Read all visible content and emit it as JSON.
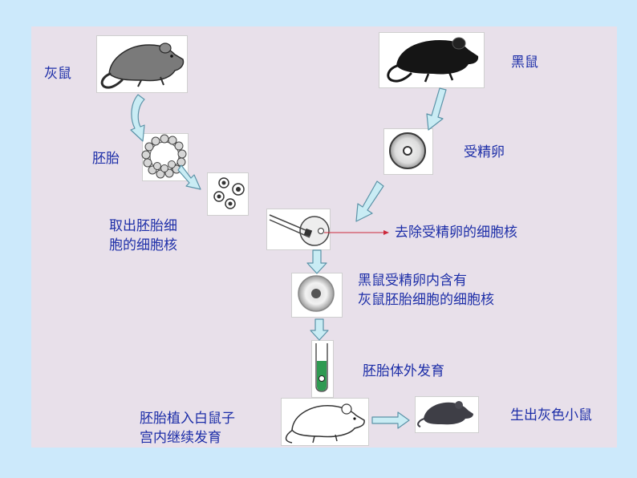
{
  "labels": {
    "grey_mouse": "灰鼠",
    "black_mouse": "黑鼠",
    "embryo": "胚胎",
    "fertilized_egg": "受精卵",
    "extract_nucleus": [
      "取出胚胎细",
      "胞的细胞核"
    ],
    "remove_nucleus": "去除受精卵的细胞核",
    "reconstructed_egg": [
      "黑鼠受精卵内含有",
      "灰鼠胚胎细胞的细胞核"
    ],
    "in_vitro": "胚胎体外发育",
    "implant": [
      "胚胎植入白鼠子",
      "宫内继续发育"
    ],
    "offspring": "生出灰色小鼠"
  },
  "colors": {
    "background": "#cce9fb",
    "panel": "#e8e0ea",
    "label_text": "#1d2ea8",
    "arrow_fill": "#c9ecf4",
    "arrow_stroke": "#5b93a8",
    "pointer_line": "#cc2a3c",
    "grey_mouse": "#7a7a7a",
    "black_mouse": "#151515",
    "white_mouse": "#ffffff",
    "small_mouse": "#3e3e46",
    "culture_green": "#2f9a52"
  }
}
